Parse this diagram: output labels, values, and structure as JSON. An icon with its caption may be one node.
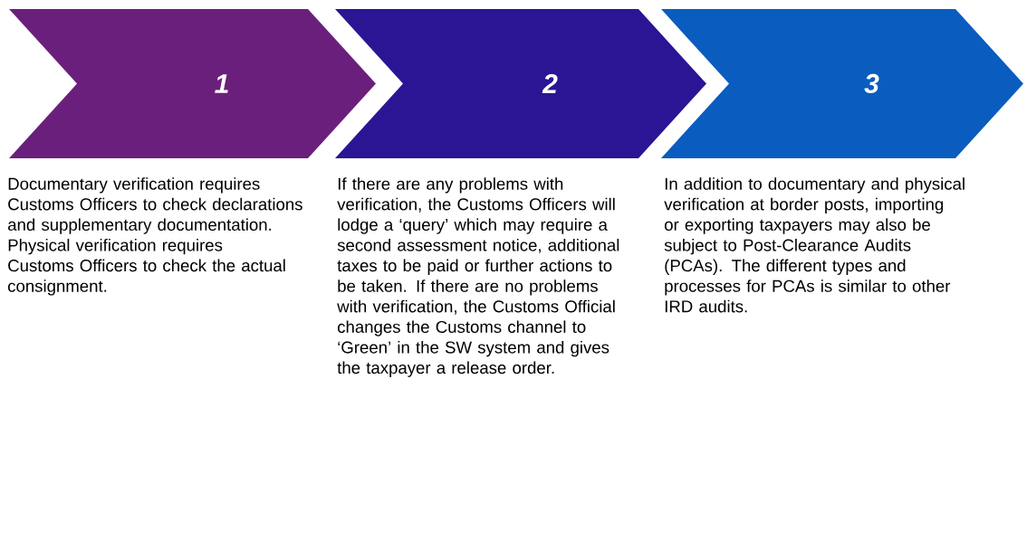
{
  "diagram": {
    "nodes": [
      {
        "text": [
          "1"
        ],
        "beside": [
          "Documentary verification requires Customs Officers to check declarations and supplementary documentation. Physical verification requires Customs Officers to check the actual consignment."
        ]
      },
      {
        "text": [
          "2"
        ],
        "beside": [
          "If there are any problems with verification, the Customs Officers will lodge a ‘query’ which may require a second assessment notice, additional taxes to be paid or further actions to be taken. If there are no problems with verification, the Customs Official changes the Customs channel to ‘Green’ in the SW system and gives the taxpayer a release order."
        ]
      },
      {
        "text": [
          "3"
        ],
        "beside": [
          "In addition to documentary and physical verification at border posts, importing or exporting taxpayers may also be subject to Post-Clearance Audits (PCAs). The different types and processes for PCAs is similar to other IRD audits."
        ]
      }
    ]
  }
}
